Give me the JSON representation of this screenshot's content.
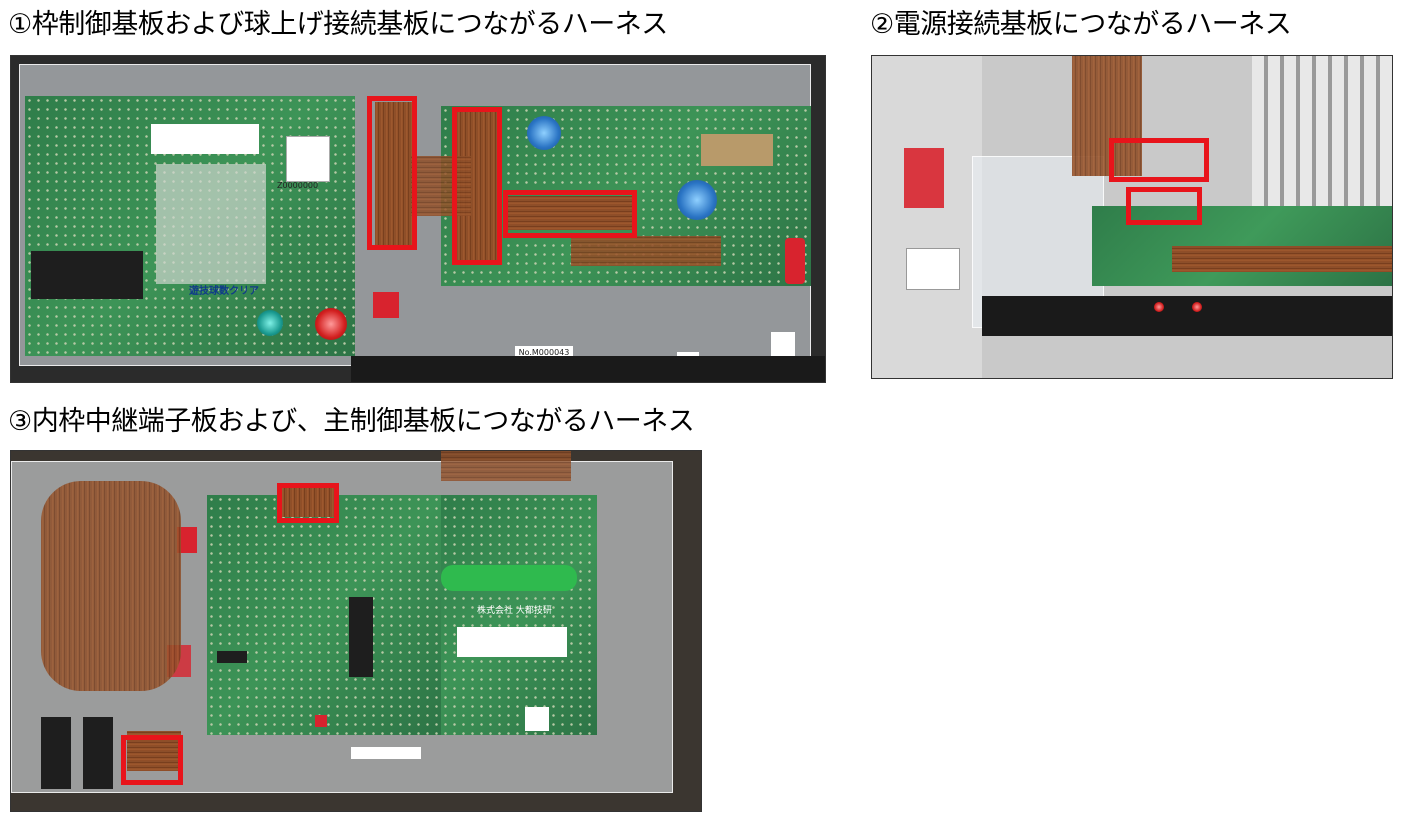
{
  "captions": {
    "photo1": "①枠制御基板および球上げ接続基板につながるハーネス",
    "photo2": "②電源接続基板につながるハーネス",
    "photo3": "③内枠中継端子板および、主制御基板につながるハーネス"
  },
  "photo1_labels": {
    "qr_code_id": "Z0000000",
    "reset_label": "遊技球数クリア",
    "serial": "No.M000043"
  },
  "photo3_labels": {
    "maker_label": "株式会社 大都技研"
  },
  "colors": {
    "highlight": "#e8141b",
    "pcb_green": "#2f7d4a",
    "wire_brown": "#8a4a26"
  }
}
